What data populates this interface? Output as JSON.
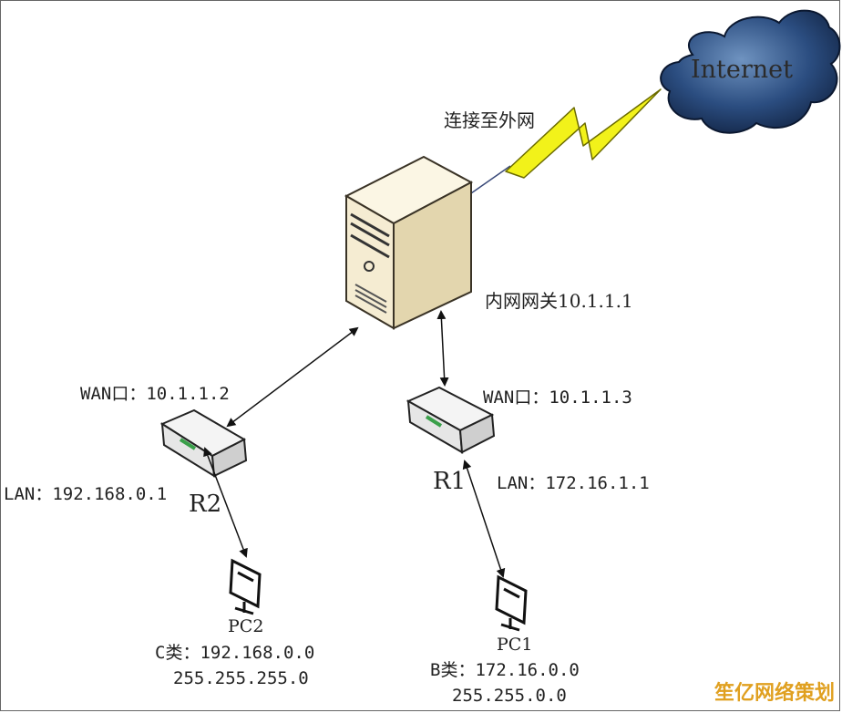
{
  "cloud": {
    "label": "Internet"
  },
  "link": {
    "label": "连接至外网"
  },
  "server": {
    "label": "内网网关10.1.1.1"
  },
  "r2": {
    "name": "R2",
    "wan": "WAN口：10.1.1.2",
    "lan": "LAN：192.168.0.1"
  },
  "r1": {
    "name": "R1",
    "wan": "WAN口：10.1.1.3",
    "lan": "LAN：172.16.1.1"
  },
  "pc2": {
    "name": "PC2",
    "net": "C类：192.168.0.0",
    "mask": "255.255.255.0"
  },
  "pc1": {
    "name": "PC1",
    "net": "B类：172.16.0.0",
    "mask": "255.255.0.0"
  },
  "watermark": "笙亿网络策划",
  "colors": {
    "cloud": "#1b3a66",
    "bolt": "#f2f21a",
    "server": "#f5ecd2"
  }
}
